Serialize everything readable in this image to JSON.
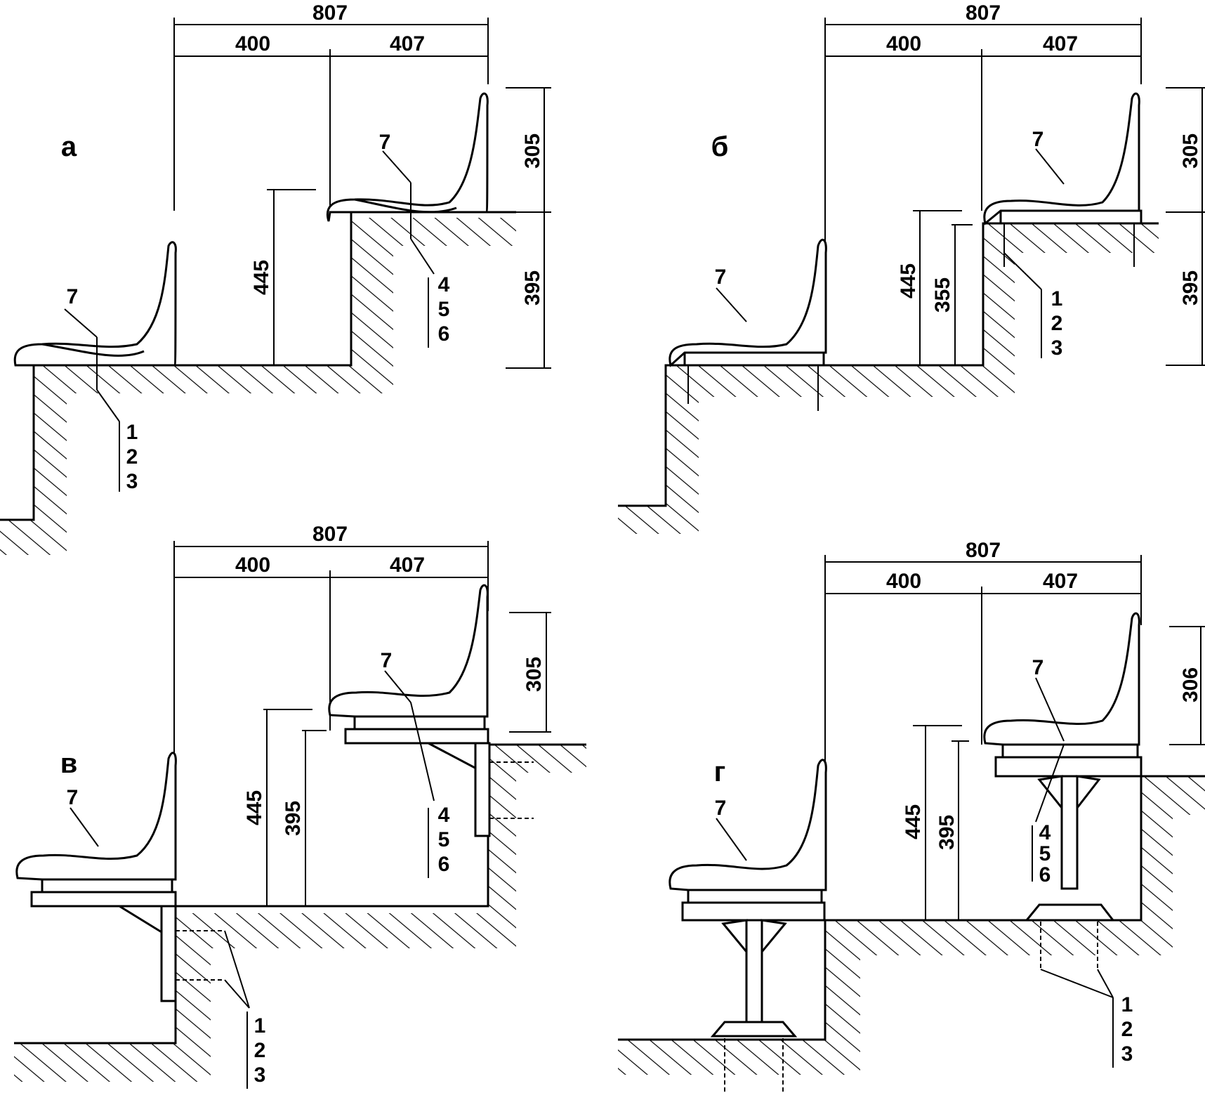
{
  "panels": [
    {
      "letter": "а",
      "dim_total": "807",
      "dim_left": "400",
      "dim_right": "407",
      "dim_back": "305",
      "dim_step": "395",
      "dim_h1": "445",
      "dim_h2": "",
      "seat_ref": "7",
      "fix_upper": [
        "4",
        "5",
        "6"
      ],
      "fix_lower": [
        "1",
        "2",
        "3"
      ]
    },
    {
      "letter": "б",
      "dim_total": "807",
      "dim_left": "400",
      "dim_right": "407",
      "dim_back": "305",
      "dim_step": "395",
      "dim_h1": "445",
      "dim_h2": "355",
      "seat_ref": "7",
      "fix_upper": [
        "1",
        "2",
        "3"
      ],
      "fix_lower": []
    },
    {
      "letter": "в",
      "dim_total": "807",
      "dim_left": "400",
      "dim_right": "407",
      "dim_back": "305",
      "dim_step": "",
      "dim_h1": "445",
      "dim_h2": "395",
      "seat_ref": "7",
      "fix_upper": [
        "4",
        "5",
        "6"
      ],
      "fix_lower": [
        "1",
        "2",
        "3"
      ]
    },
    {
      "letter": "г",
      "dim_total": "807",
      "dim_left": "400",
      "dim_right": "407",
      "dim_back": "306",
      "dim_step": "",
      "dim_h1": "445",
      "dim_h2": "395",
      "seat_ref": "7",
      "fix_upper": [
        "4",
        "5",
        "6"
      ],
      "fix_lower": [
        "1",
        "2",
        "3"
      ]
    }
  ],
  "colors": {
    "ink": "#000000",
    "paper": "#ffffff"
  }
}
